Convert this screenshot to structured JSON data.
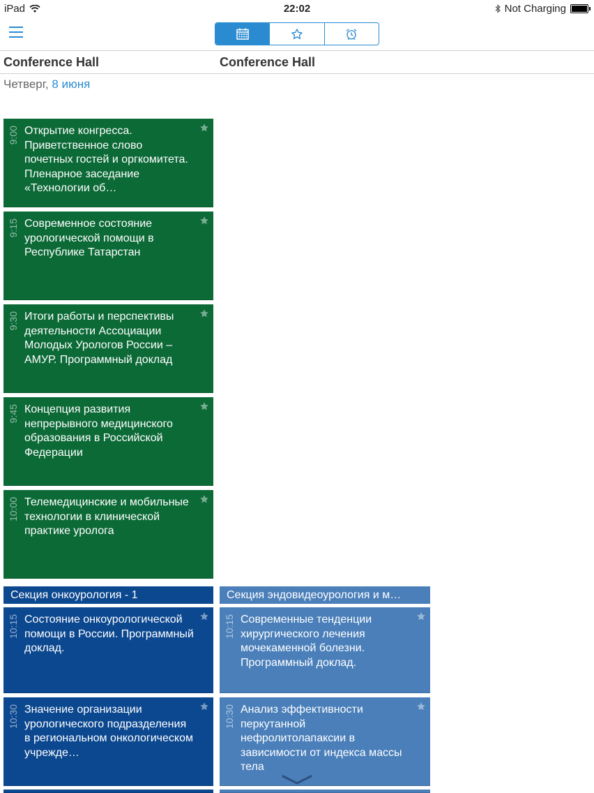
{
  "status": {
    "device": "iPad",
    "time": "22:02",
    "charging": "Not Charging"
  },
  "nav": {
    "tabs": [
      {
        "name": "calendar-icon",
        "active": true
      },
      {
        "name": "star-icon",
        "active": false
      },
      {
        "name": "alarm-icon",
        "active": false
      }
    ]
  },
  "columns": [
    "Conference Hall",
    "Conference Hall"
  ],
  "day": {
    "weekday": "Четверг,",
    "date": "8 июня"
  },
  "sessions_col1": [
    {
      "time": "9:00",
      "title": "Открытие конгресса. Приветственное слово почетных гостей и оргкомитета. Пленарное заседание «Технологии об…"
    },
    {
      "time": "9:15",
      "title": "Современное состояние урологической помощи в Республике Татарстан"
    },
    {
      "time": "9:30",
      "title": "Итоги работы и перспективы деятельности Ассоциации Молодых Урологов России – АМУР. Программный доклад"
    },
    {
      "time": "9:45",
      "title": "Концепция развития непрерывного медицинского образования в Российской Федерации"
    },
    {
      "time": "10:00",
      "title": "Телемедицинские и мобильные технологии в клинической практике уролога"
    }
  ],
  "sections": [
    "Секция онкоурология - 1",
    "Секция эндовидеоурология и м…"
  ],
  "section1_sessions": [
    {
      "time": "10:15",
      "title": "Состояние онкоурологической помощи в России. Программный доклад."
    },
    {
      "time": "10:30",
      "title": "Значение организации урологического подразделения в региональном онкологическом учрежде…"
    }
  ],
  "section2_sessions": [
    {
      "time": "10:15",
      "title": "Современные тенденции хирургического лечения мочекаменной болезни. Программный доклад."
    },
    {
      "time": "10:30",
      "title": "Анализ эффективности перкутанной нефролитолапаксии в зависимости от индекса массы тела"
    }
  ],
  "colors": {
    "accent": "#2a8bd1",
    "plenary": "#0c6a37",
    "section1": "#0c4890",
    "section2": "#4a7fba"
  }
}
